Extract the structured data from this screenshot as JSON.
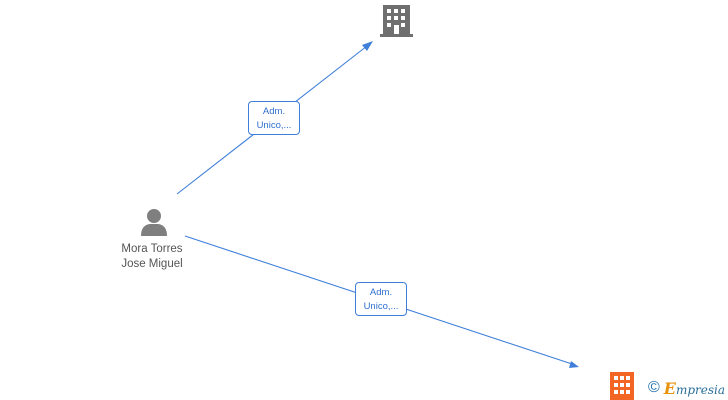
{
  "nodes": {
    "person": {
      "icon": "person-icon",
      "name_line1": "Mora Torres",
      "name_line2": "Jose Miguel",
      "color": "#7f7f7f"
    },
    "company_top": {
      "icon": "building-icon",
      "color": "#6f6f6f"
    },
    "company_bottom": {
      "icon": "building-icon",
      "color": "#f26522"
    }
  },
  "edges": [
    {
      "from": "person",
      "to": "company_top",
      "label_line1": "Adm.",
      "label_line2": "Unico,..."
    },
    {
      "from": "person",
      "to": "company_bottom",
      "label_line1": "Adm.",
      "label_line2": "Unico,..."
    }
  ],
  "edge_color": "#3f7fd9",
  "watermark": {
    "copyright_symbol": "©",
    "brand_initial": "E",
    "brand_rest": "mpresia"
  }
}
